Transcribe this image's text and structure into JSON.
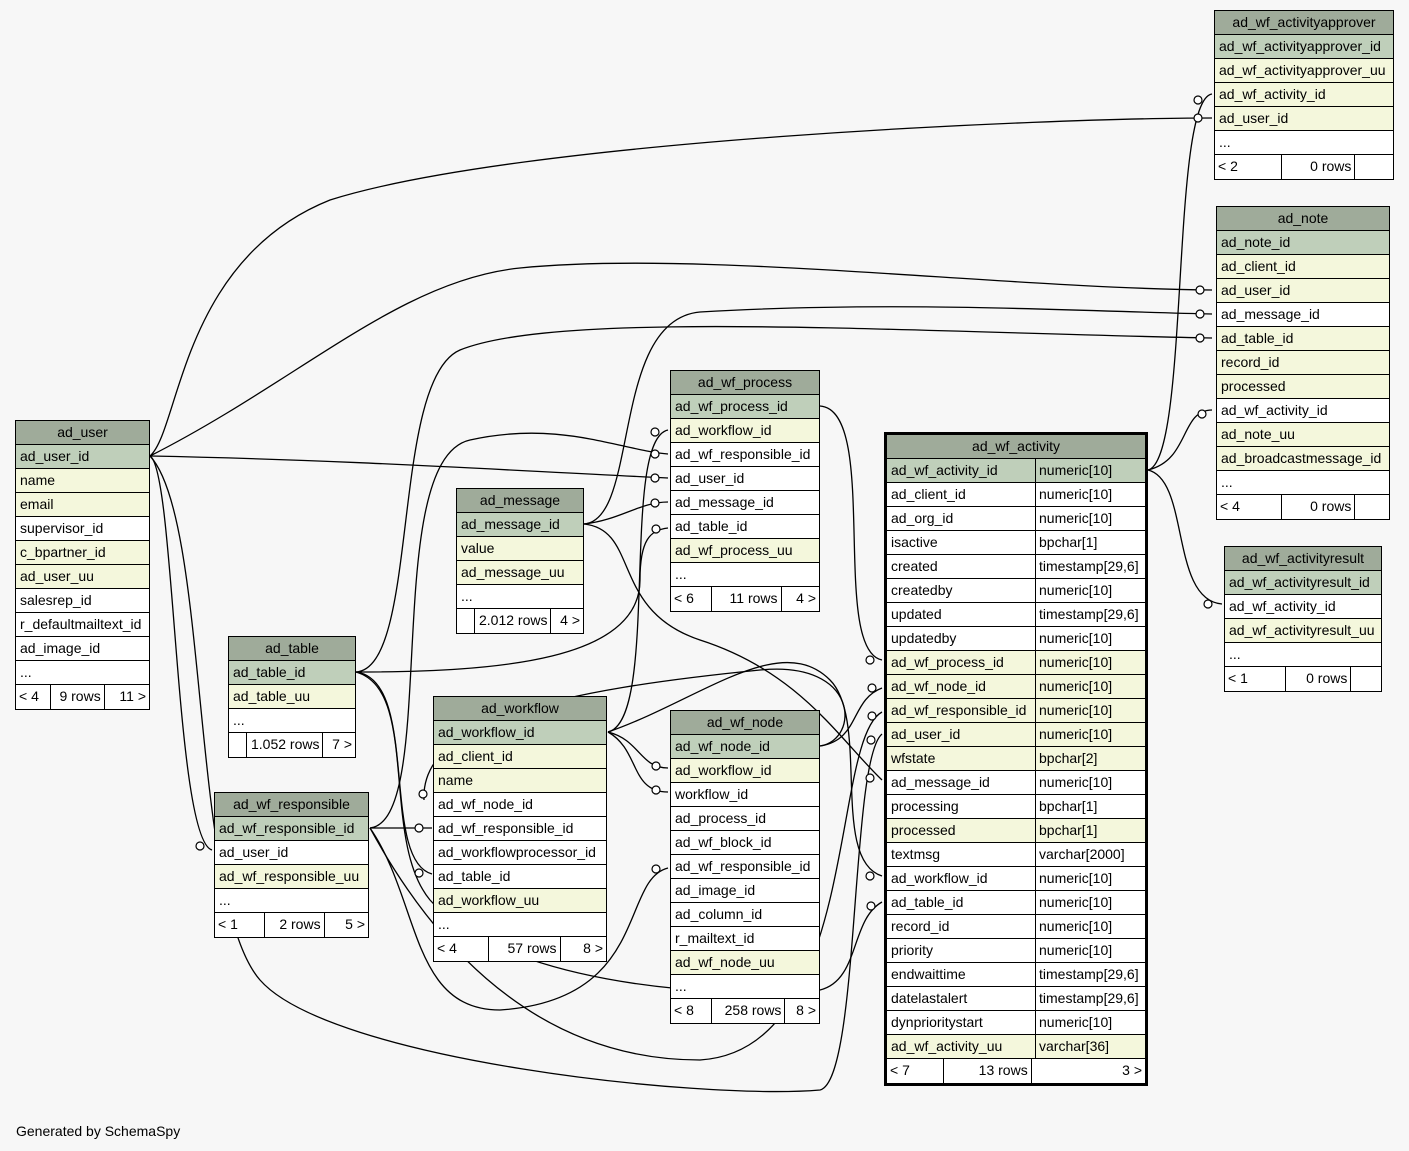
{
  "credit": "Generated by SchemaSpy",
  "tables": [
    {
      "id": "ad_wf_activityapprover",
      "title": "ad_wf_activityapprover",
      "rows": [
        [
          "ad_wf_activityapprover_id",
          "pk"
        ],
        [
          "ad_wf_activityapprover_uu",
          "fk"
        ],
        [
          "ad_wf_activity_id",
          "fk"
        ],
        [
          "ad_user_id",
          "fk"
        ],
        [
          "...",
          "pl"
        ]
      ],
      "footer": [
        "< 2",
        "0 rows",
        ""
      ]
    },
    {
      "id": "ad_note",
      "title": "ad_note",
      "rows": [
        [
          "ad_note_id",
          "pk"
        ],
        [
          "ad_client_id",
          "fk"
        ],
        [
          "ad_user_id",
          "fk"
        ],
        [
          "ad_message_id",
          "pl"
        ],
        [
          "ad_table_id",
          "fk"
        ],
        [
          "record_id",
          "fk"
        ],
        [
          "processed",
          "fk"
        ],
        [
          "ad_wf_activity_id",
          "pl"
        ],
        [
          "ad_note_uu",
          "fk"
        ],
        [
          "ad_broadcastmessage_id",
          "fk"
        ],
        [
          "...",
          "pl"
        ]
      ],
      "footer": [
        "< 4",
        "0 rows",
        ""
      ]
    },
    {
      "id": "ad_wf_activityresult",
      "title": "ad_wf_activityresult",
      "rows": [
        [
          "ad_wf_activityresult_id",
          "pk"
        ],
        [
          "ad_wf_activity_id",
          "pl"
        ],
        [
          "ad_wf_activityresult_uu",
          "fk"
        ],
        [
          "...",
          "pl"
        ]
      ],
      "footer": [
        "< 1",
        "0 rows",
        ""
      ]
    },
    {
      "id": "ad_user",
      "title": "ad_user",
      "rows": [
        [
          "ad_user_id",
          "pk"
        ],
        [
          "name",
          "fk"
        ],
        [
          "email",
          "fk"
        ],
        [
          "supervisor_id",
          "pl"
        ],
        [
          "c_bpartner_id",
          "fk"
        ],
        [
          "ad_user_uu",
          "fk"
        ],
        [
          "salesrep_id",
          "pl"
        ],
        [
          "r_defaultmailtext_id",
          "pl"
        ],
        [
          "ad_image_id",
          "pl"
        ],
        [
          "...",
          "pl"
        ]
      ],
      "footer": [
        "< 4",
        "9 rows",
        "11 >"
      ]
    },
    {
      "id": "ad_table",
      "title": "ad_table",
      "rows": [
        [
          "ad_table_id",
          "pk"
        ],
        [
          "ad_table_uu",
          "fk"
        ],
        [
          "...",
          "pl"
        ]
      ],
      "footer": [
        "",
        "1.052 rows",
        "7 >"
      ]
    },
    {
      "id": "ad_wf_responsible",
      "title": "ad_wf_responsible",
      "rows": [
        [
          "ad_wf_responsible_id",
          "pk"
        ],
        [
          "ad_user_id",
          "pl"
        ],
        [
          "ad_wf_responsible_uu",
          "fk"
        ],
        [
          "...",
          "pl"
        ]
      ],
      "footer": [
        "< 1",
        "2 rows",
        "5 >"
      ]
    },
    {
      "id": "ad_message",
      "title": "ad_message",
      "rows": [
        [
          "ad_message_id",
          "pk"
        ],
        [
          "value",
          "fk"
        ],
        [
          "ad_message_uu",
          "fk"
        ],
        [
          "...",
          "pl"
        ]
      ],
      "footer": [
        "",
        "2.012 rows",
        "4 >"
      ]
    },
    {
      "id": "ad_workflow",
      "title": "ad_workflow",
      "rows": [
        [
          "ad_workflow_id",
          "pk"
        ],
        [
          "ad_client_id",
          "fk"
        ],
        [
          "name",
          "fk"
        ],
        [
          "ad_wf_node_id",
          "pl"
        ],
        [
          "ad_wf_responsible_id",
          "pl"
        ],
        [
          "ad_workflowprocessor_id",
          "pl"
        ],
        [
          "ad_table_id",
          "pl"
        ],
        [
          "ad_workflow_uu",
          "fk"
        ],
        [
          "...",
          "pl"
        ]
      ],
      "footer": [
        "< 4",
        "57 rows",
        "8 >"
      ]
    },
    {
      "id": "ad_wf_process",
      "title": "ad_wf_process",
      "rows": [
        [
          "ad_wf_process_id",
          "pk"
        ],
        [
          "ad_workflow_id",
          "fk"
        ],
        [
          "ad_wf_responsible_id",
          "pl"
        ],
        [
          "ad_user_id",
          "pl"
        ],
        [
          "ad_message_id",
          "pl"
        ],
        [
          "ad_table_id",
          "pl"
        ],
        [
          "ad_wf_process_uu",
          "fk"
        ],
        [
          "...",
          "pl"
        ]
      ],
      "footer": [
        "< 6",
        "11 rows",
        "4 >"
      ]
    },
    {
      "id": "ad_wf_node",
      "title": "ad_wf_node",
      "rows": [
        [
          "ad_wf_node_id",
          "pk"
        ],
        [
          "ad_workflow_id",
          "fk"
        ],
        [
          "workflow_id",
          "pl"
        ],
        [
          "ad_process_id",
          "pl"
        ],
        [
          "ad_wf_block_id",
          "pl"
        ],
        [
          "ad_wf_responsible_id",
          "pl"
        ],
        [
          "ad_image_id",
          "pl"
        ],
        [
          "ad_column_id",
          "pl"
        ],
        [
          "r_mailtext_id",
          "pl"
        ],
        [
          "ad_wf_node_uu",
          "fk"
        ],
        [
          "...",
          "pl"
        ]
      ],
      "footer": [
        "< 8",
        "258 rows",
        "8 >"
      ]
    },
    {
      "id": "ad_wf_activity",
      "title": "ad_wf_activity",
      "focus": true,
      "rows": [
        [
          "ad_wf_activity_id",
          "pk",
          "numeric[10]"
        ],
        [
          "ad_client_id",
          "pl",
          "numeric[10]"
        ],
        [
          "ad_org_id",
          "pl",
          "numeric[10]"
        ],
        [
          "isactive",
          "pl",
          "bpchar[1]"
        ],
        [
          "created",
          "pl",
          "timestamp[29,6]"
        ],
        [
          "createdby",
          "pl",
          "numeric[10]"
        ],
        [
          "updated",
          "pl",
          "timestamp[29,6]"
        ],
        [
          "updatedby",
          "pl",
          "numeric[10]"
        ],
        [
          "ad_wf_process_id",
          "fk",
          "numeric[10]"
        ],
        [
          "ad_wf_node_id",
          "fk",
          "numeric[10]"
        ],
        [
          "ad_wf_responsible_id",
          "fk",
          "numeric[10]"
        ],
        [
          "ad_user_id",
          "fk",
          "numeric[10]"
        ],
        [
          "wfstate",
          "fk",
          "bpchar[2]"
        ],
        [
          "ad_message_id",
          "pl",
          "numeric[10]"
        ],
        [
          "processing",
          "pl",
          "bpchar[1]"
        ],
        [
          "processed",
          "fk",
          "bpchar[1]"
        ],
        [
          "textmsg",
          "pl",
          "varchar[2000]"
        ],
        [
          "ad_workflow_id",
          "pl",
          "numeric[10]"
        ],
        [
          "ad_table_id",
          "pl",
          "numeric[10]"
        ],
        [
          "record_id",
          "pl",
          "numeric[10]"
        ],
        [
          "priority",
          "pl",
          "numeric[10]"
        ],
        [
          "endwaittime",
          "pl",
          "timestamp[29,6]"
        ],
        [
          "datelastalert",
          "pl",
          "timestamp[29,6]"
        ],
        [
          "dynprioritystart",
          "pl",
          "numeric[10]"
        ],
        [
          "ad_wf_activity_uu",
          "fk",
          "varchar[36]"
        ]
      ],
      "footer": [
        "< 7",
        "13 rows",
        "3 >"
      ]
    }
  ]
}
